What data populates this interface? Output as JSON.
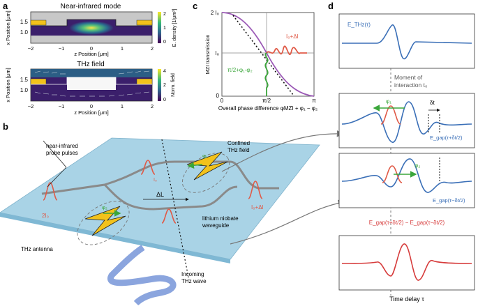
{
  "panels": {
    "a": "a",
    "b": "b",
    "c": "c",
    "d": "d"
  },
  "panel_a": {
    "nir_title": "Near-infrared mode",
    "thz_title": "THz field",
    "ylabel": "x Position [μm]",
    "xlabel": "z Position [μm]",
    "x_ticks": [
      "−2",
      "−1",
      "0",
      "1",
      "2"
    ],
    "y_ticks_top": [
      "1.5",
      "1.0"
    ],
    "y_ticks_bottom": [
      "1.5",
      "1.0"
    ],
    "cbar_top_label": "E. density [1/μm²]",
    "cbar_top_ticks": [
      "2",
      "1",
      "0"
    ],
    "cbar_bottom_label": "Norm. field",
    "cbar_bottom_ticks": [
      "4",
      "2",
      "0"
    ]
  },
  "panel_b": {
    "probe_label_1": "near-infrared",
    "probe_label_2": "probe pulses",
    "confined_1": "Confined",
    "confined_2": "THz field",
    "delta_L": "ΔL",
    "antenna": "THz antenna",
    "waveguide_1": "lithium niobate",
    "waveguide_2": "waveguide",
    "incoming_1": "Incoming",
    "incoming_2": "THz wave",
    "I0_left": "2I₀",
    "I0_mid": "I₀",
    "I_out": "I₀+ΔI",
    "phi1": "φ₁",
    "phi2": "φ₂"
  },
  "panel_c": {
    "ylabel": "MZI transmission",
    "y_ticks": [
      "2 I₀",
      "I₀",
      "0"
    ],
    "x_ticks": [
      "0",
      "π/2",
      "π"
    ],
    "xlabel": "Overall phase difference φMZI + φ₁ − φ₂",
    "label_out": "I₀+ΔI",
    "label_in": "π/2+φ₁-φ₂",
    "colors": {
      "curve": "#9b59b6",
      "signal": "#e05a47",
      "green": "#3aa63a"
    }
  },
  "panel_d": {
    "e_thz": "E_THz(τ)",
    "moment_1": "Moment of",
    "moment_2": "interaction t₀",
    "phi1": "φ₁",
    "phi2": "φ₂",
    "delta_t": "δt",
    "egap_plus": "E_gap(τ+δt/2)",
    "egap_minus": "E_gap(τ−δt/2)",
    "diff": "E_gap(τ+δt/2) − E_gap(τ−δt/2)",
    "xlabel": "Time delay τ",
    "colors": {
      "trace": "#3a6fb7",
      "diff": "#d63b3b"
    }
  }
}
